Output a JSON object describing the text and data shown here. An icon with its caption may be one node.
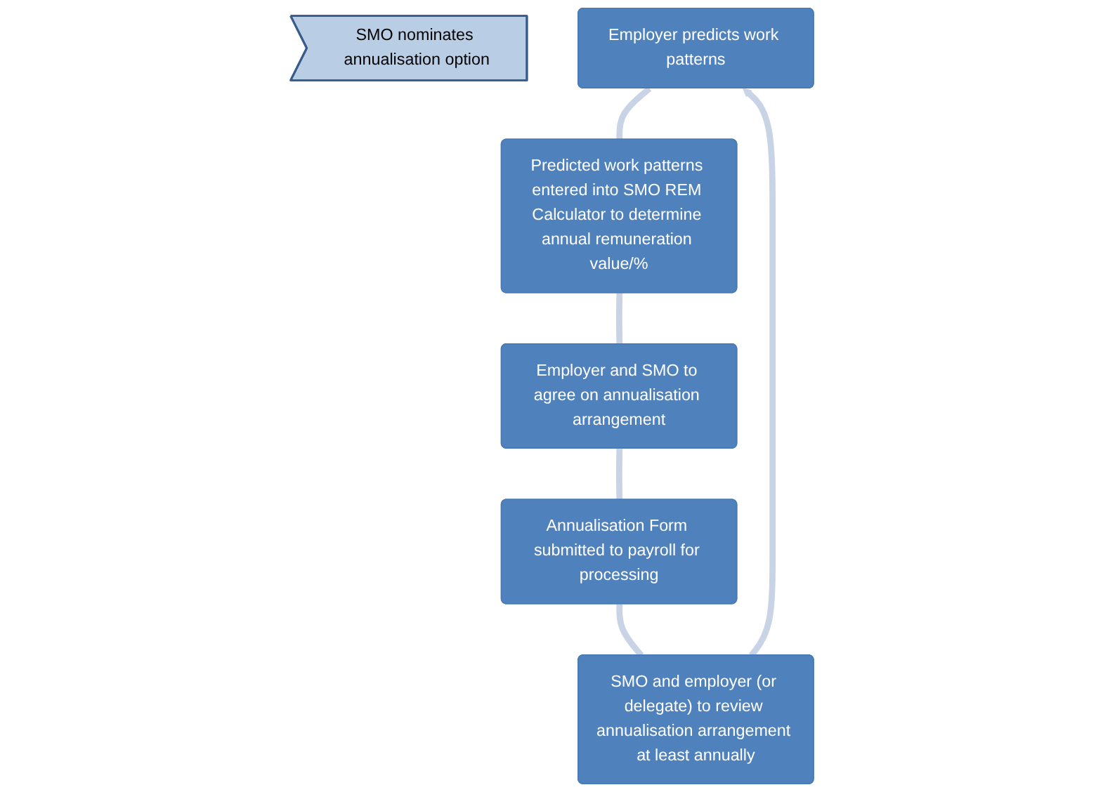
{
  "diagram": {
    "nodes": [
      {
        "text": [
          "SMO nominates annualisation option"
        ]
      },
      {
        "text": [
          "Employer predicts work patterns"
        ]
      },
      {
        "text": [
          "Predicted work patterns entered into SMO REM Calculator to determine annual remuneration value/%"
        ]
      },
      {
        "text": [
          "Employer and SMO to agree on annualisation arrangement"
        ]
      },
      {
        "text": [
          "Annualisation Form submitted to payroll for processing"
        ]
      },
      {
        "text": [
          "SMO and employer (or delegate) to review annualisation arrangement at least annually"
        ]
      }
    ],
    "edges": [
      {
        "from": 1,
        "to": 2,
        "arrow": "none"
      },
      {
        "from": 2,
        "to": 3,
        "arrow": "none"
      },
      {
        "from": 3,
        "to": 4,
        "arrow": "none"
      },
      {
        "from": 4,
        "to": 5,
        "arrow": "none"
      },
      {
        "from": 5,
        "to": 1,
        "arrow": "to"
      }
    ]
  }
}
